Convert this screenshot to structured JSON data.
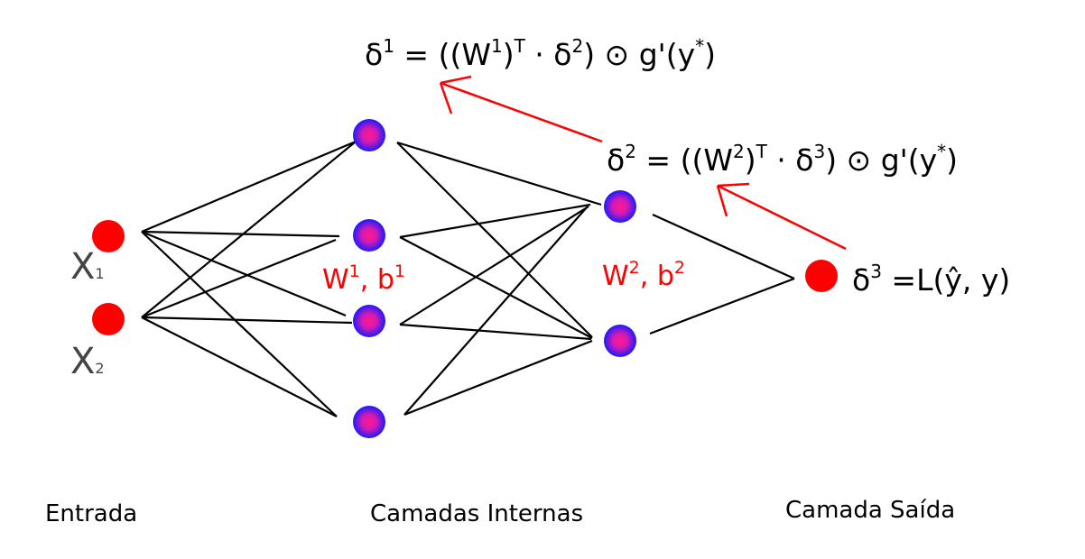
{
  "colors": {
    "input_node": "#ff0000",
    "output_node": "#ff0000",
    "hidden_outer": "#1a1aff",
    "hidden_inner": "#ff1a8c",
    "edge": "#000000",
    "arrow": "#ff0000",
    "weight_label": "#ff0000",
    "text": "#000000"
  },
  "inputs": {
    "x1": {
      "main": "X",
      "sub": "1"
    },
    "x2": {
      "main": "X",
      "sub": "2"
    }
  },
  "weights": {
    "layer1": {
      "w": "W",
      "w_sup": "1",
      "sep": ", ",
      "b": "b",
      "b_sup": "1"
    },
    "layer2": {
      "w": "W",
      "w_sup": "2",
      "sep": ", ",
      "b": "b",
      "b_sup": "2"
    }
  },
  "equations": {
    "delta1": {
      "a": "δ",
      "a_sup": "1",
      "b": " = ((W",
      "b_sup": "1",
      "c": ")",
      "c_sup": "T",
      "d": " · δ",
      "d_sup": "2",
      "e": ") ⊙ g'(y",
      "e_sup": "*",
      "f": ")"
    },
    "delta2": {
      "a": "δ",
      "a_sup": "2",
      "b": " = ((W",
      "b_sup": "2",
      "c": ")",
      "c_sup": "T",
      "d": " · δ",
      "d_sup": "3",
      "e": ") ⊙ g'(y",
      "e_sup": "*",
      "f": ")"
    },
    "delta3": {
      "a": "δ",
      "a_sup": "3",
      "b": " =L(ŷ, y)"
    }
  },
  "layers": {
    "input": "Entrada",
    "hidden": "Camadas Internas",
    "output": "Camada Saída"
  }
}
